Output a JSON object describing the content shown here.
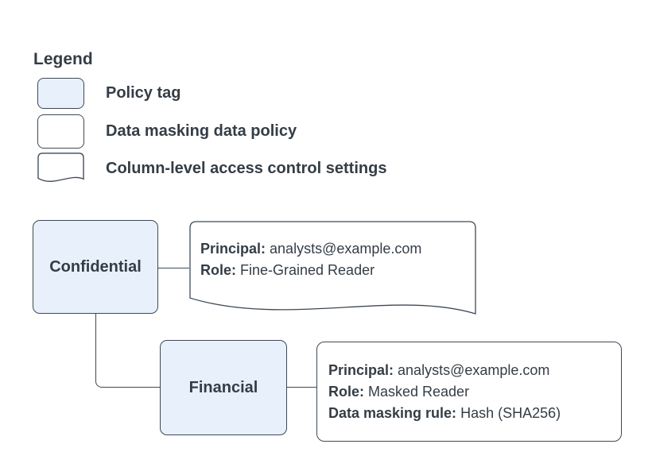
{
  "colors": {
    "policy_tag_fill": "#e8f0fb",
    "shape_fill_white": "#ffffff",
    "stroke": "#3e4a56",
    "text": "#343d46"
  },
  "legend": {
    "title": "Legend",
    "items": [
      {
        "shape": "policy-tag",
        "label": "Policy tag"
      },
      {
        "shape": "data-masking-data-policy",
        "label": "Data masking data policy"
      },
      {
        "shape": "column-level-access-control",
        "label": "Column-level access control settings"
      }
    ]
  },
  "diagram": {
    "nodes": [
      {
        "id": "confidential",
        "label": "Confidential"
      },
      {
        "id": "financial",
        "label": "Financial"
      }
    ],
    "access_control_note": {
      "lines": [
        {
          "key": "Principal:",
          "value": " analysts@example.com"
        },
        {
          "key": "Role:",
          "value": " Fine-Grained Reader"
        }
      ]
    },
    "data_policy_note": {
      "lines": [
        {
          "key": "Principal:",
          "value": " analysts@example.com"
        },
        {
          "key": "Role:",
          "value": " Masked Reader"
        },
        {
          "key": "Data masking rule:",
          "value": " Hash (SHA256)"
        }
      ]
    }
  }
}
